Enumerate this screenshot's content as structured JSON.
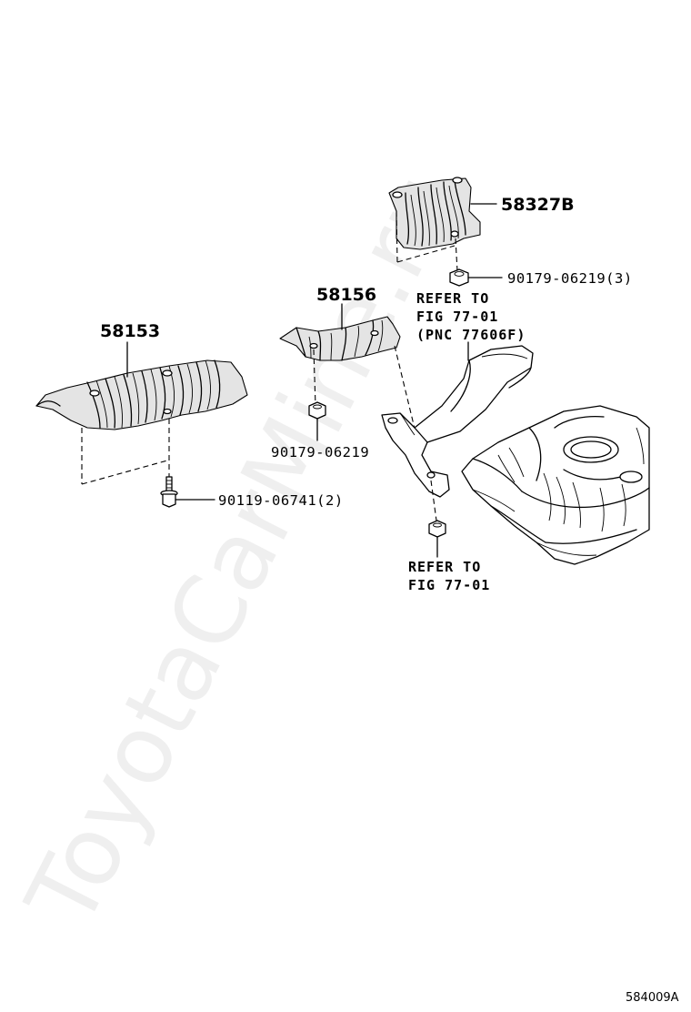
{
  "parts": {
    "heat_insulator_rear": "58327B",
    "heat_insulator_center": "58156",
    "heat_insulator_front": "58153",
    "nut_rear": "90179-06219(3)",
    "nut_center": "90179-06219",
    "bolt_front": "90119-06741(2)"
  },
  "refs": {
    "upper_line1": "REFER TO",
    "upper_line2": "FIG 77-01",
    "upper_line3": "(PNC 77606F)",
    "lower_line1": "REFER TO",
    "lower_line2": "FIG 77-01"
  },
  "watermark": "ToyotaCarMine.ru",
  "illustration_code": "584009A"
}
